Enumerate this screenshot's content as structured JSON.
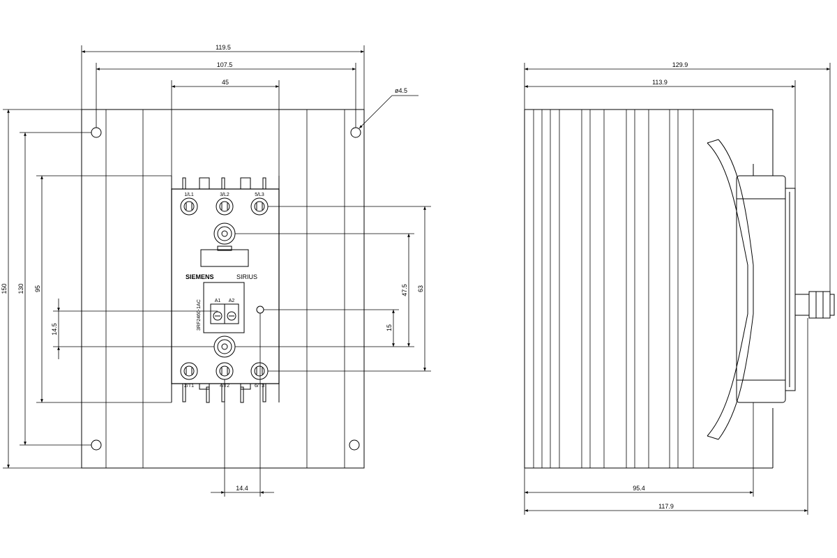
{
  "front_view": {
    "dims": {
      "width_outer": "119.5",
      "width_holes": "107.5",
      "width_device": "45",
      "hole_diameter": "ø4.5",
      "height_total": "150",
      "height_holes": "130",
      "height_device": "95",
      "terminal_spacing_63": "63",
      "terminal_spacing_47_5": "47.5",
      "offset_15": "15",
      "offset_14_5": "14.5",
      "offset_14_4": "14.4"
    },
    "terminals_top": [
      "1/L1",
      "3/L2",
      "5/L3"
    ],
    "terminals_bottom": [
      "2/T1",
      "4/T2",
      "6/T3"
    ],
    "coil_terminals": [
      "A1",
      "A2"
    ],
    "brand": "SIEMENS",
    "product_line": "SIRIUS",
    "model": "3RF2460-1AC"
  },
  "side_view": {
    "dims": {
      "depth_total": "129.9",
      "depth_heatsink": "113.9",
      "depth_95_4": "95.4",
      "depth_117_9": "117.9"
    }
  }
}
